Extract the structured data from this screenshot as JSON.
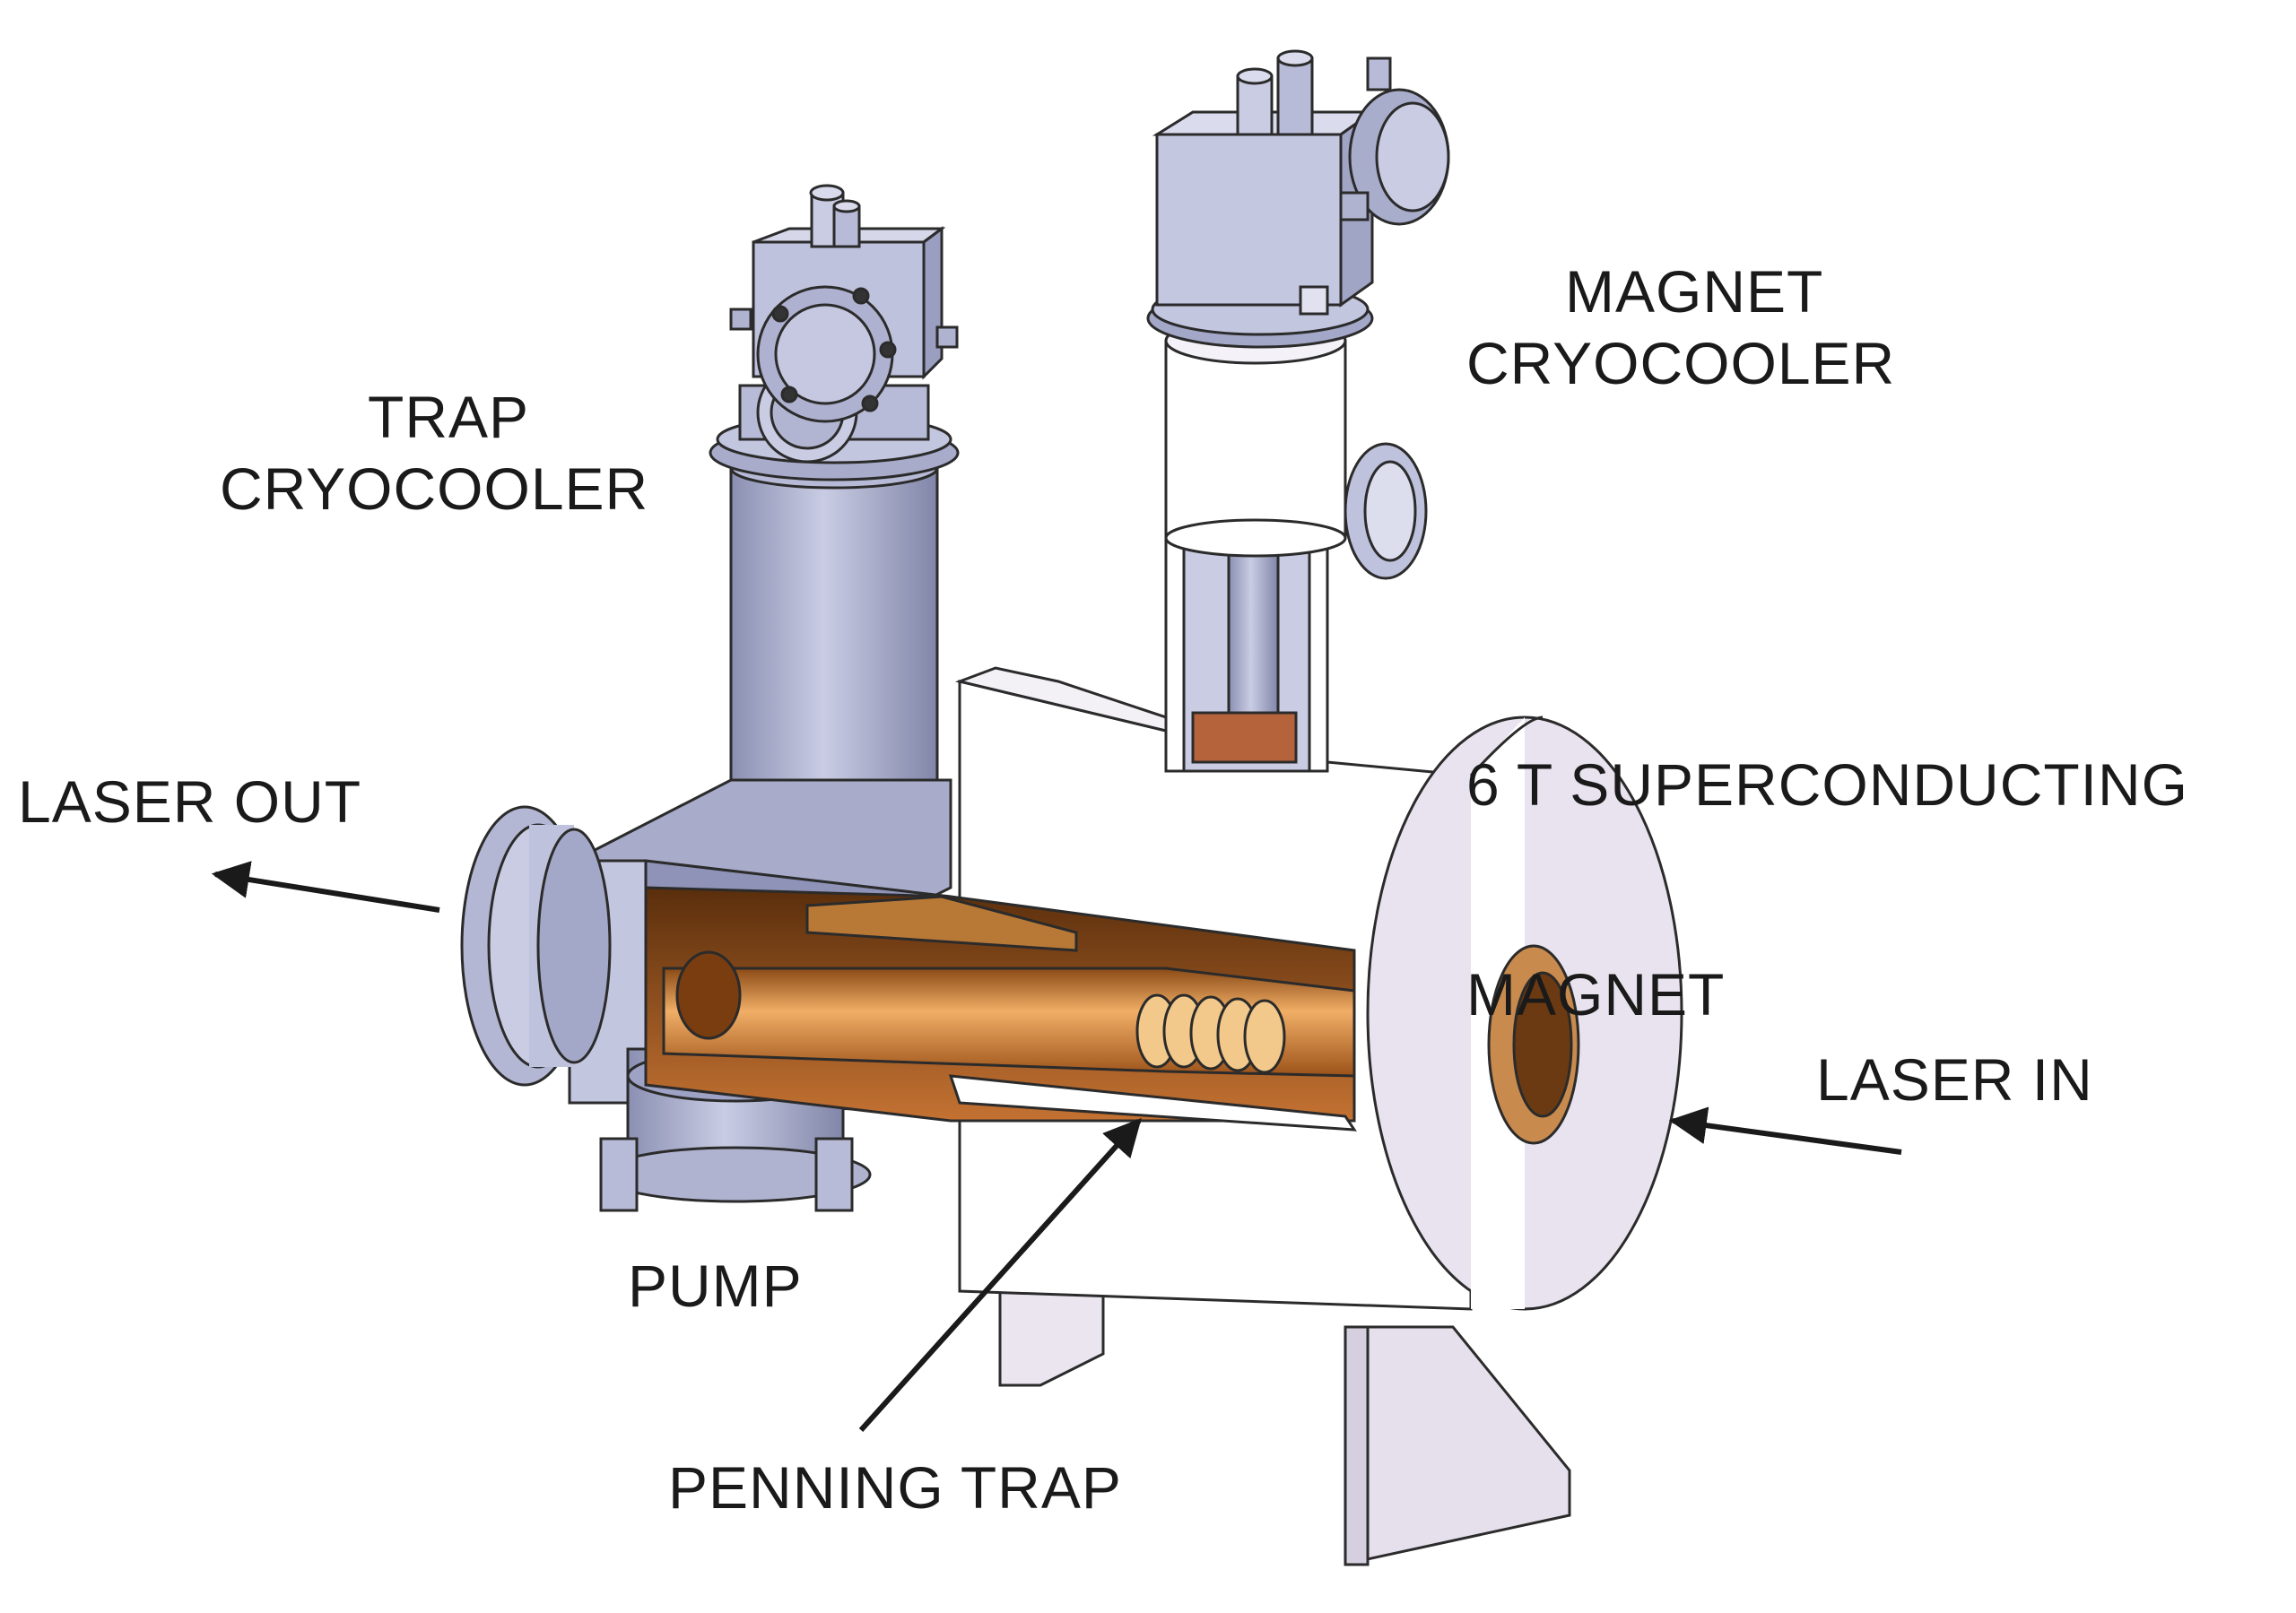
{
  "labels": {
    "trap_cryocooler": [
      "TRAP",
      "CRYOCOOLER"
    ],
    "magnet_cryocooler": [
      "MAGNET",
      "CRYOCOOLER"
    ],
    "magnet": [
      "6 T SUPERCONDUCTING",
      "MAGNET"
    ],
    "laser_out": "LASER OUT",
    "laser_in": "LASER IN",
    "pump": "PUMP",
    "penning_trap": "PENNING TRAP"
  },
  "colors": {
    "steel_light": "#c9cce3",
    "steel_mid": "#a4a8c8",
    "steel_dark": "#7d82a6",
    "white_body": "#ffffff",
    "lavender_face": "#e9e3ef",
    "copper_light": "#e8a25a",
    "copper_dark": "#a6561c",
    "outline": "#2b2b2b"
  }
}
